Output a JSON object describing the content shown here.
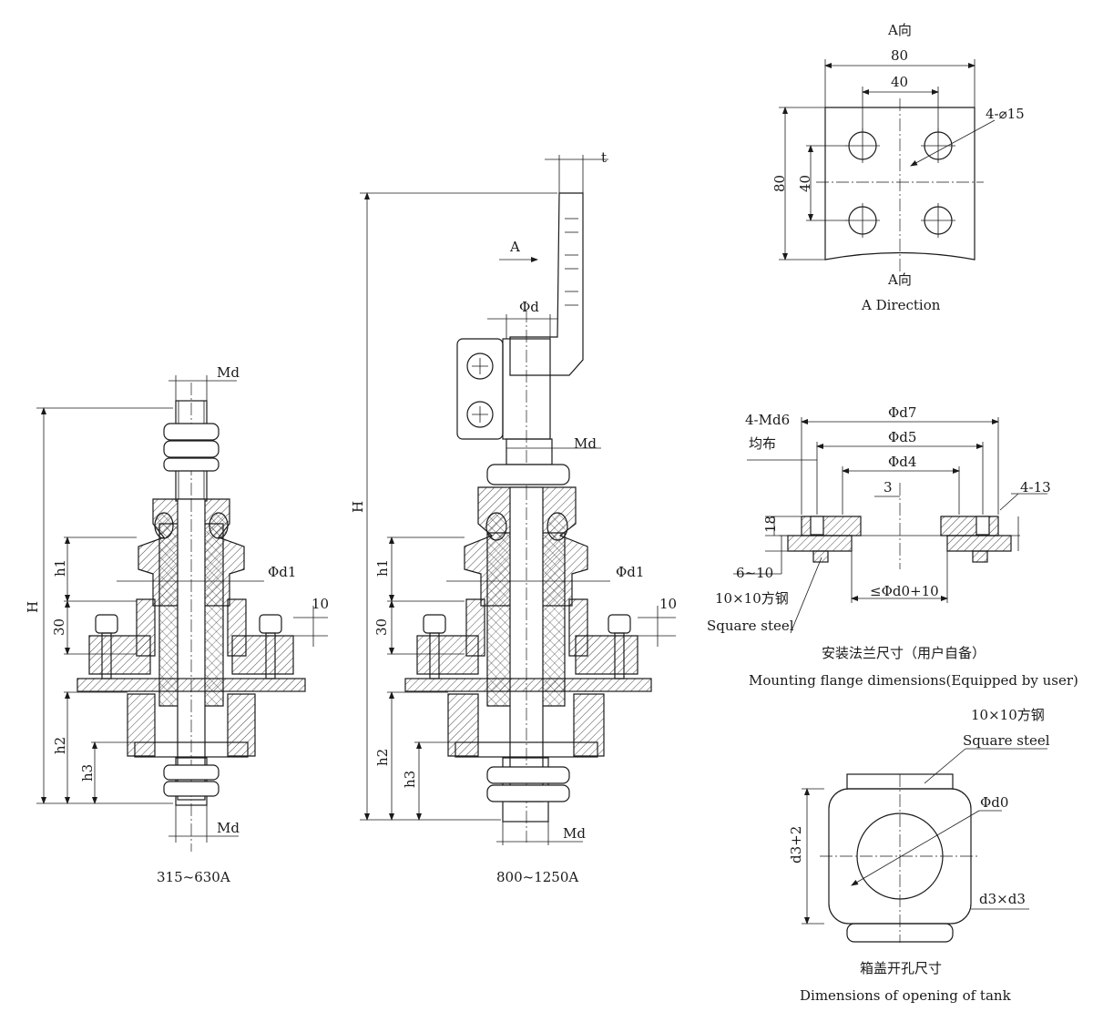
{
  "labels": {
    "Md": "Md",
    "d1": "Φd1",
    "h1": "h1",
    "h2": "h2",
    "h3": "h3",
    "H": "H",
    "dim30": "30",
    "dim10": "10",
    "t": "t",
    "A": "A",
    "d": "Φd"
  },
  "captions": {
    "small": "315~630A",
    "large": "800~1250A"
  },
  "a_view": {
    "title": "A向",
    "w80": "80",
    "w40": "40",
    "h80": "80",
    "h40": "40",
    "holes": "4-⌀15",
    "cn": "A向",
    "en": "A Direction"
  },
  "flange": {
    "bolts_a": "4-Md6",
    "bolts_b": "均布",
    "d7": "Φd7",
    "d5": "Φd5",
    "d4": "Φd4",
    "dim3": "3",
    "holes": "4-13",
    "dim18": "18",
    "dim6_10": "6~10",
    "d0": "≤Φd0+10",
    "steel_cn": "10×10方钢",
    "steel_en": "Square steel",
    "title_cn": "安装法兰尺寸（用户自备）",
    "title_en": "Mounting flange dimensions(Equipped by user)"
  },
  "tank": {
    "steel_cn": "10×10方钢",
    "steel_en": "Square steel",
    "d0": "Φd0",
    "d3_2": "d3+2",
    "d3x": "d3×d3",
    "title_cn": "箱盖开孔尺寸",
    "title_en": "Dimensions of opening of tank"
  }
}
